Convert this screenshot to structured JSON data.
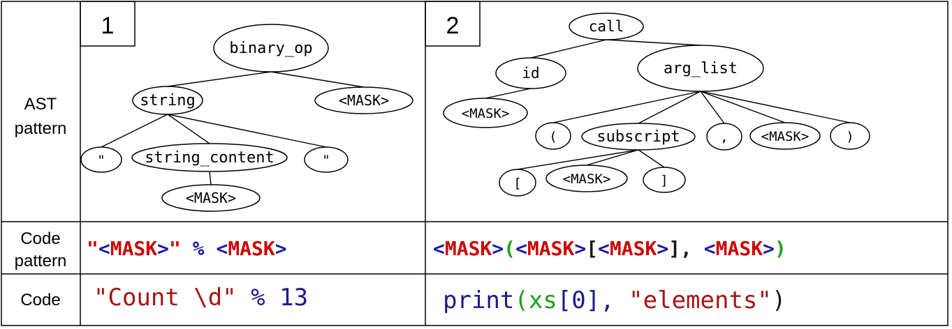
{
  "row_labels": {
    "ast": [
      "AST",
      "pattern"
    ],
    "code_pattern": [
      "Code",
      "pattern"
    ],
    "code": "Code"
  },
  "panels": [
    {
      "number": "1",
      "nodes": [
        {
          "id": "p1_binary_op",
          "label": "binary_op"
        },
        {
          "id": "p1_string",
          "label": "string"
        },
        {
          "id": "p1_mask_right",
          "label": "<MASK>"
        },
        {
          "id": "p1_quote_left",
          "label": "\""
        },
        {
          "id": "p1_string_content",
          "label": "string_content"
        },
        {
          "id": "p1_quote_right",
          "label": "\""
        },
        {
          "id": "p1_mask_content",
          "label": "<MASK>"
        }
      ],
      "edges": [
        [
          "p1_binary_op",
          "p1_string"
        ],
        [
          "p1_binary_op",
          "p1_mask_right"
        ],
        [
          "p1_string",
          "p1_quote_left"
        ],
        [
          "p1_string",
          "p1_string_content"
        ],
        [
          "p1_string",
          "p1_quote_right"
        ],
        [
          "p1_string_content",
          "p1_mask_content"
        ]
      ],
      "code_pattern": [
        {
          "text": "\"",
          "color": "#cc0000"
        },
        {
          "text": "<",
          "color": "#1a1aa6"
        },
        {
          "text": "MASK",
          "color": "#cc0000"
        },
        {
          "text": ">",
          "color": "#1a1aa6"
        },
        {
          "text": "\"",
          "color": "#cc0000"
        },
        {
          "text": " % ",
          "color": "#1a1aa6"
        },
        {
          "text": "<",
          "color": "#1a1aa6"
        },
        {
          "text": "MASK",
          "color": "#cc0000"
        },
        {
          "text": ">",
          "color": "#1a1aa6"
        }
      ],
      "code": [
        {
          "text": "\"Count \\d\"",
          "color": "#a31515"
        },
        {
          "text": " % 13",
          "color": "#1a1a8c"
        }
      ]
    },
    {
      "number": "2",
      "nodes": [
        {
          "id": "p2_call",
          "label": "call"
        },
        {
          "id": "p2_id",
          "label": "id"
        },
        {
          "id": "p2_arg_list",
          "label": "arg_list"
        },
        {
          "id": "p2_mask_id",
          "label": "<MASK>"
        },
        {
          "id": "p2_lparen",
          "label": "("
        },
        {
          "id": "p2_subscript",
          "label": "subscript"
        },
        {
          "id": "p2_comma",
          "label": ","
        },
        {
          "id": "p2_mask_arg",
          "label": "<MASK>"
        },
        {
          "id": "p2_rparen",
          "label": ")"
        },
        {
          "id": "p2_lbracket",
          "label": "["
        },
        {
          "id": "p2_mask_index",
          "label": "<MASK>"
        },
        {
          "id": "p2_rbracket",
          "label": "]"
        }
      ],
      "edges": [
        [
          "p2_call",
          "p2_id"
        ],
        [
          "p2_call",
          "p2_arg_list"
        ],
        [
          "p2_id",
          "p2_mask_id"
        ],
        [
          "p2_arg_list",
          "p2_lparen"
        ],
        [
          "p2_arg_list",
          "p2_subscript"
        ],
        [
          "p2_arg_list",
          "p2_comma"
        ],
        [
          "p2_arg_list",
          "p2_mask_arg"
        ],
        [
          "p2_arg_list",
          "p2_rparen"
        ],
        [
          "p2_subscript",
          "p2_lbracket"
        ],
        [
          "p2_subscript",
          "p2_mask_index"
        ],
        [
          "p2_subscript",
          "p2_rbracket"
        ]
      ],
      "code_pattern": [
        {
          "text": "<",
          "color": "#1a1aa6"
        },
        {
          "text": "MASK",
          "color": "#cc0000"
        },
        {
          "text": ">",
          "color": "#1a1aa6"
        },
        {
          "text": "(",
          "color": "#1e9e1e"
        },
        {
          "text": "<",
          "color": "#1a1aa6"
        },
        {
          "text": "MASK",
          "color": "#cc0000"
        },
        {
          "text": ">",
          "color": "#1a1aa6"
        },
        {
          "text": "[",
          "color": "#1a1a1a"
        },
        {
          "text": "<",
          "color": "#1a1aa6"
        },
        {
          "text": "MASK",
          "color": "#cc0000"
        },
        {
          "text": ">",
          "color": "#1a1aa6"
        },
        {
          "text": "], ",
          "color": "#1a1a1a"
        },
        {
          "text": "<",
          "color": "#1a1aa6"
        },
        {
          "text": "MASK",
          "color": "#cc0000"
        },
        {
          "text": ">",
          "color": "#1a1aa6"
        },
        {
          "text": ")",
          "color": "#1e9e1e"
        }
      ],
      "code": [
        {
          "text": "print",
          "color": "#1a1a8c"
        },
        {
          "text": "(",
          "color": "#1e9e1e"
        },
        {
          "text": "xs",
          "color": "#1e9e1e"
        },
        {
          "text": "[0], ",
          "color": "#1a1a8c"
        },
        {
          "text": "\"elements\"",
          "color": "#a31515"
        },
        {
          "text": ")",
          "color": "#1a1a1a"
        }
      ]
    }
  ]
}
